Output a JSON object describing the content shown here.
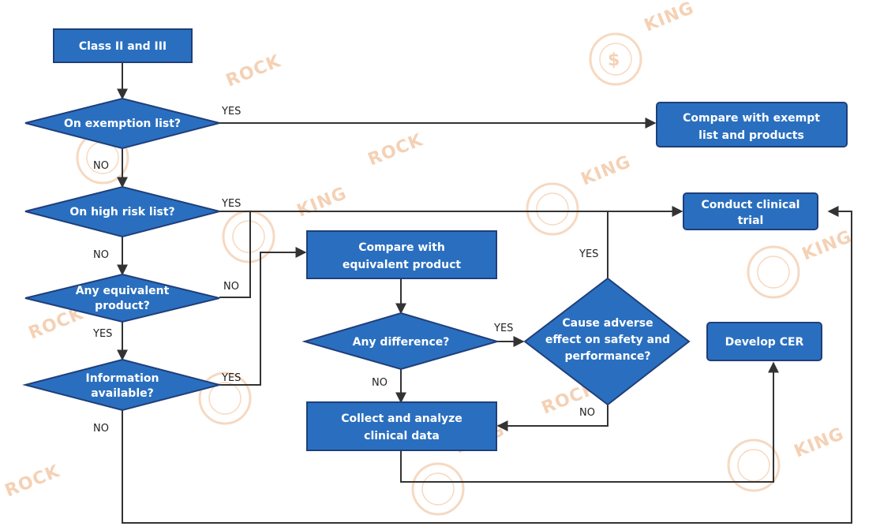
{
  "watermark": {
    "text_a": "KING",
    "text_b": "ROCK",
    "color": "#f3c9a8"
  },
  "colors": {
    "node_fill": "#2a6fbf",
    "node_stroke": "#1f3f7a",
    "line": "#333333",
    "text": "#ffffff"
  },
  "nodes": {
    "start": {
      "lines": [
        "Class II and III"
      ]
    },
    "exemption": {
      "lines": [
        "On exemption list?"
      ]
    },
    "compare_exempt": {
      "lines": [
        "Compare with exempt",
        "list and products"
      ]
    },
    "high_risk": {
      "lines": [
        "On high risk list?"
      ]
    },
    "clinical_trial": {
      "lines": [
        "Conduct clinical",
        "trial"
      ]
    },
    "equivalent": {
      "lines": [
        "Any equivalent",
        "product?"
      ]
    },
    "compare_equiv": {
      "lines": [
        "Compare with",
        "equivalent product"
      ]
    },
    "information": {
      "lines": [
        "Information",
        "available?"
      ]
    },
    "difference": {
      "lines": [
        "Any difference?"
      ]
    },
    "adverse": {
      "lines": [
        "Cause adverse",
        "effect on safety and",
        "performance?"
      ]
    },
    "develop_cer": {
      "lines": [
        "Develop CER"
      ]
    },
    "collect": {
      "lines": [
        "Collect and analyze",
        "clinical data"
      ]
    }
  },
  "edge_labels": {
    "exemption_yes": "YES",
    "exemption_no": "NO",
    "high_risk_yes": "YES",
    "high_risk_no": "NO",
    "equivalent_no": "NO",
    "equivalent_yes": "YES",
    "information_yes": "YES",
    "information_no": "NO",
    "difference_yes": "YES",
    "difference_no": "NO",
    "adverse_yes": "YES",
    "adverse_no": "NO"
  }
}
